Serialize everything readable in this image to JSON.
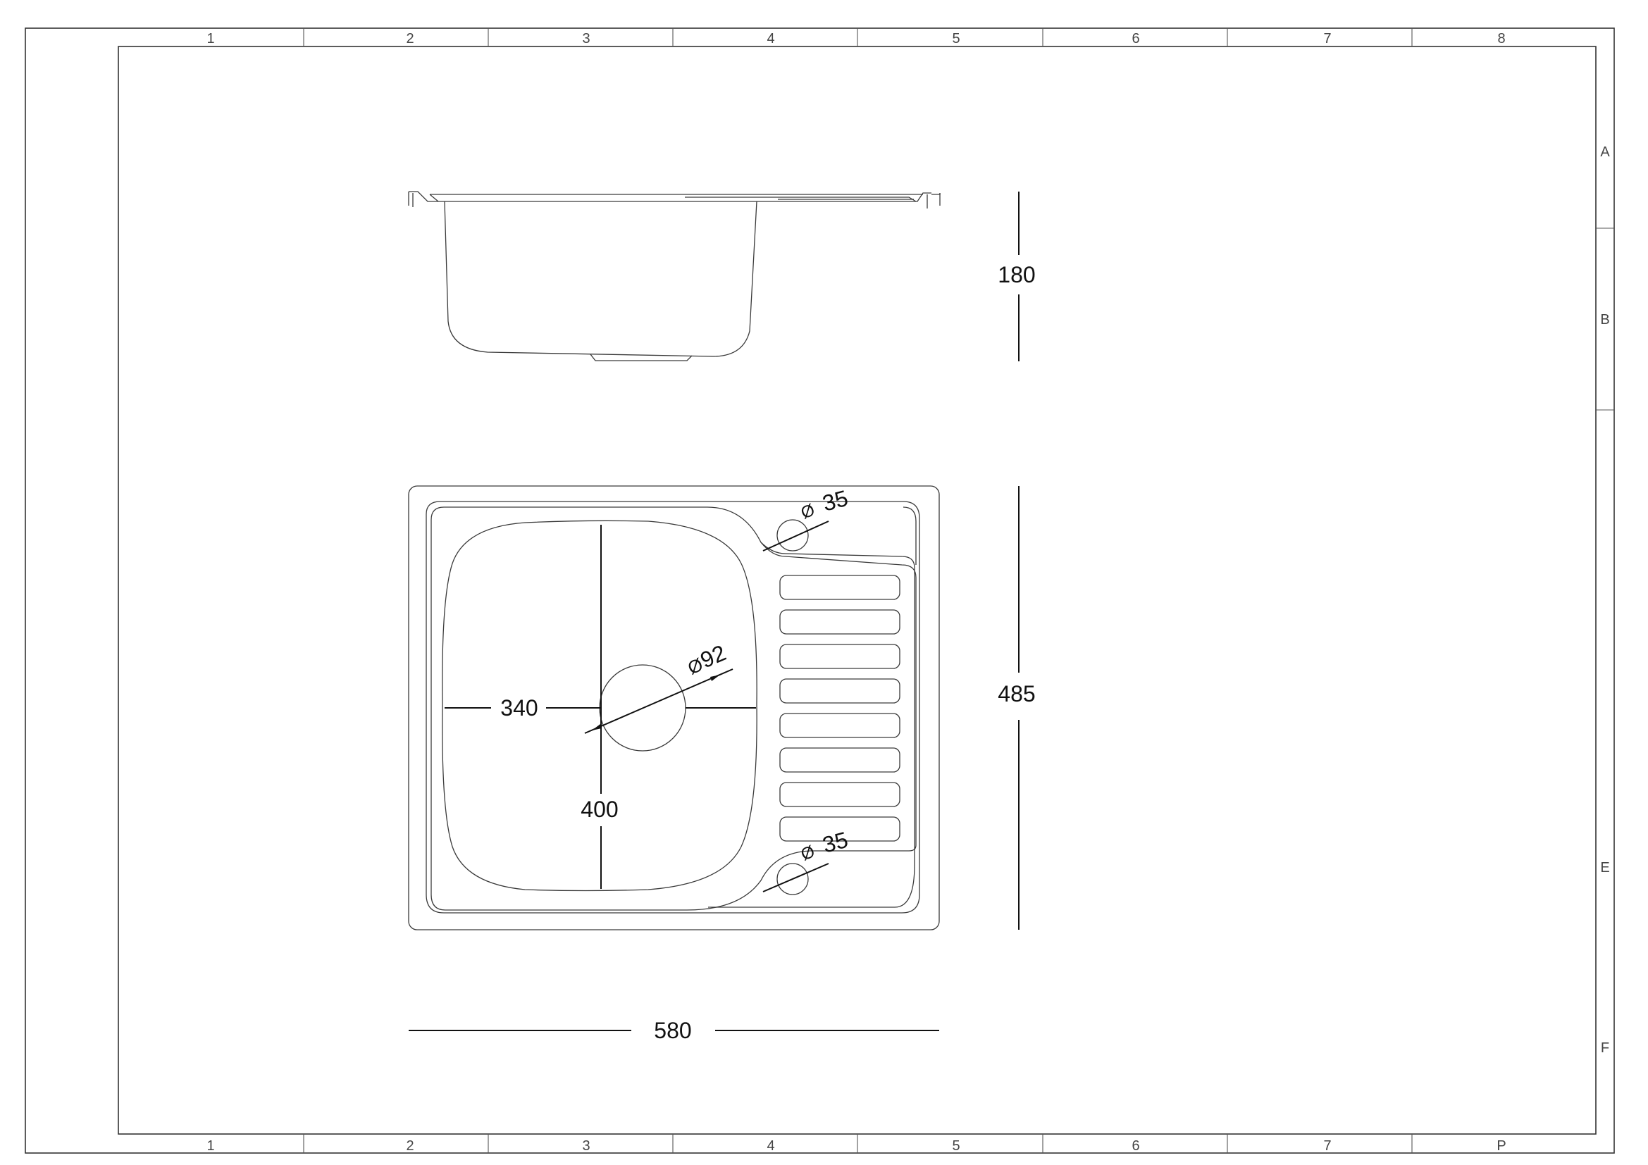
{
  "border": {
    "columns_top": [
      "1",
      "2",
      "3",
      "4",
      "5",
      "6",
      "7",
      "8"
    ],
    "columns_bottom": [
      "1",
      "2",
      "3",
      "4",
      "5",
      "6",
      "7",
      "P"
    ],
    "rows_right": [
      "A",
      "B",
      "E",
      "F"
    ]
  },
  "dimensions": {
    "depth": "180",
    "length": "485",
    "width": "580",
    "bowl_width": "340",
    "bowl_length": "400",
    "drain_diameter": "92",
    "tap_hole_top": "35",
    "tap_hole_bottom": "35"
  },
  "symbols": {
    "diameter": "Ø"
  }
}
